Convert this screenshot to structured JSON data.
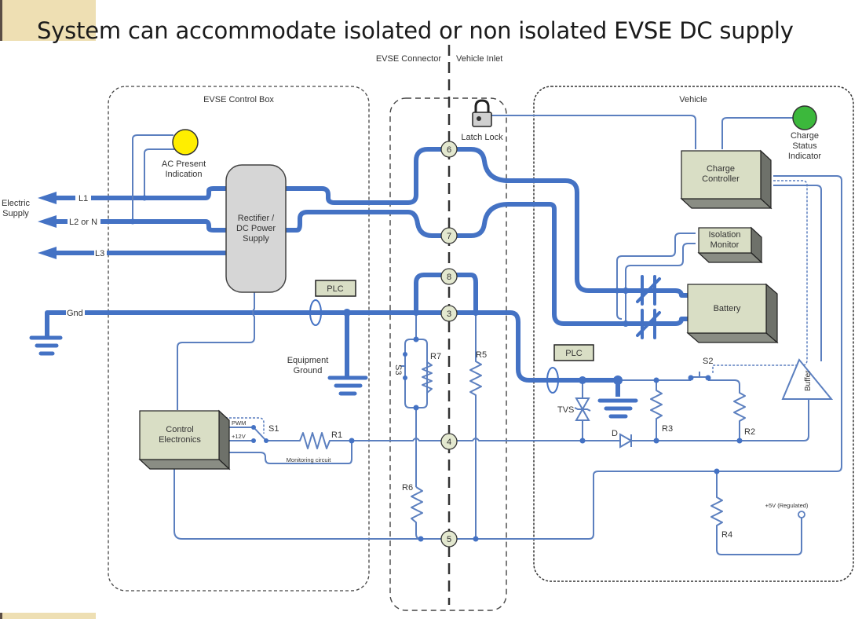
{
  "slide": {
    "title": "System can accommodate isolated or non isolated EVSE DC supply"
  },
  "diagram": {
    "regions": {
      "evse_connector": "EVSE Connector",
      "vehicle_inlet": "Vehicle Inlet",
      "evse_control_box": "EVSE Control Box",
      "vehicle": "Vehicle"
    },
    "supply": {
      "label_line1": "Electric",
      "label_line2": "Supply",
      "l1": "L1",
      "l2": "L2 or N",
      "l3": "L3",
      "gnd": "Gnd"
    },
    "components": {
      "ac_indicator_line1": "AC Present",
      "ac_indicator_line2": "Indication",
      "rectifier_line1": "Rectifier /",
      "rectifier_line2": "DC Power",
      "rectifier_line3": "Supply",
      "plc_evse": "PLC",
      "plc_vehicle": "PLC",
      "equipment_ground_line1": "Equipment",
      "equipment_ground_line2": "Ground",
      "control_electronics_line1": "Control",
      "control_electronics_line2": "Electronics",
      "pwm": "PWM",
      "plus12v": "+12V",
      "s1": "S1",
      "r1": "R1",
      "monitoring_circuit": "Monitoring circuit",
      "latch_lock": "Latch Lock",
      "r7": "R7",
      "r5": "R5",
      "r6": "R6",
      "s3": "S3",
      "charge_status_line1": "Charge",
      "charge_status_line2": "Status",
      "charge_status_line3": "Indicator",
      "charge_controller_line1": "Charge",
      "charge_controller_line2": "Controller",
      "isolation_monitor_line1": "Isolation",
      "isolation_monitor_line2": "Monitor",
      "battery": "Battery",
      "tvs": "TVS",
      "d": "D",
      "r3": "R3",
      "r2": "R2",
      "s2": "S2",
      "buffer": "Buffer",
      "r4": "R4",
      "plus5v": "+5V (Regulated)"
    },
    "pins": [
      "6",
      "7",
      "8",
      "3",
      "4",
      "5"
    ],
    "colors": {
      "wire": "#4472c4",
      "thin_wire": "#5b7fbf",
      "box_fill": "#d9dec5",
      "box_side": "#7b7f75",
      "ac_indicator": "#ffee00",
      "charge_indicator": "#3cb83c",
      "rectifier_fill": "#d6d6d6",
      "pin_fill": "#e3e8cf"
    }
  }
}
